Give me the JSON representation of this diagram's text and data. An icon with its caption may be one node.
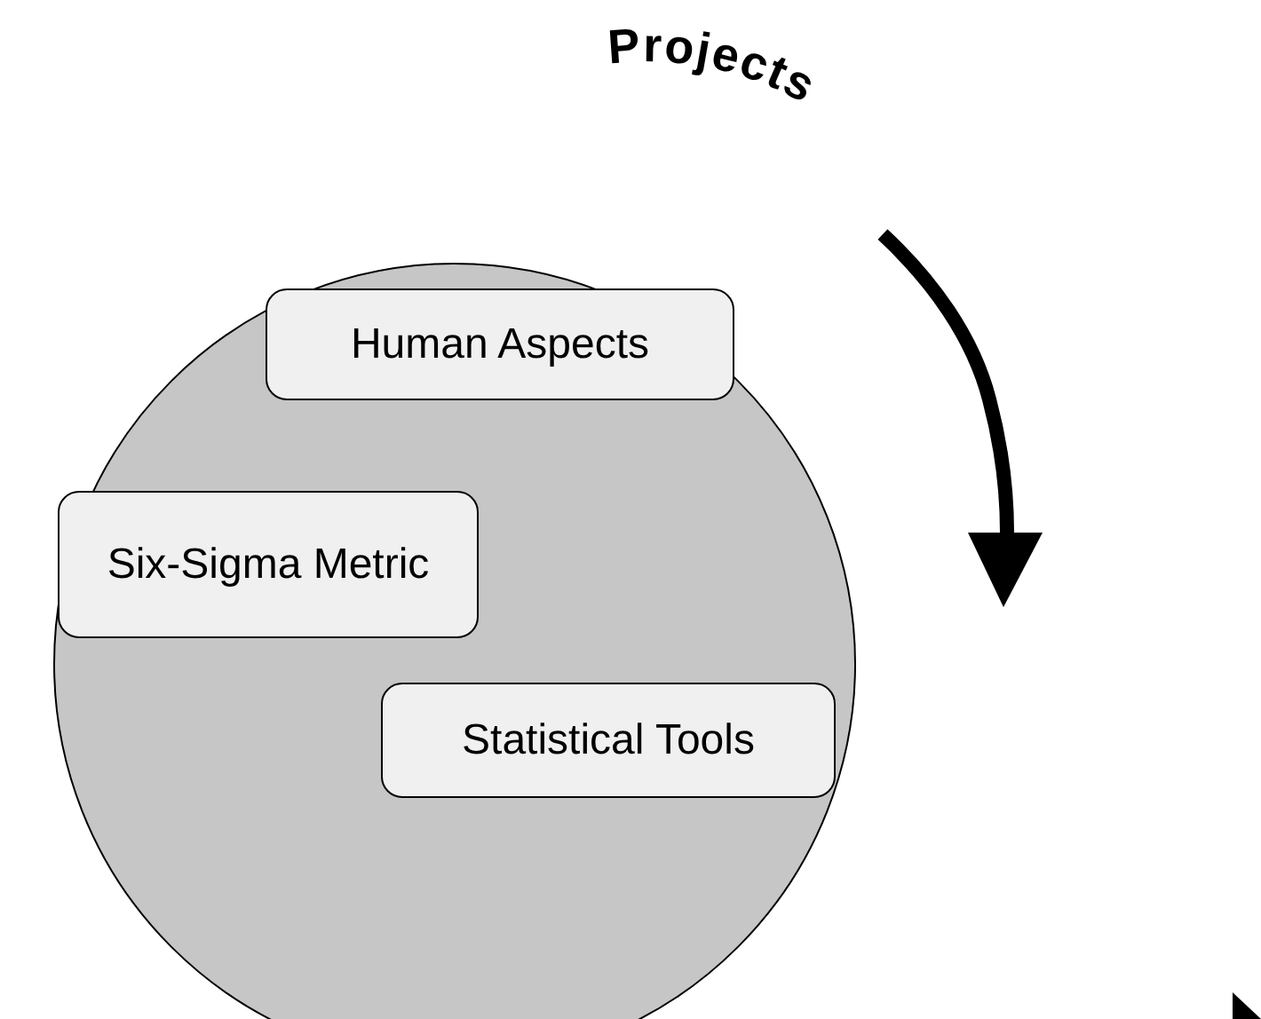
{
  "diagram": {
    "nodes": [
      {
        "text": [],
        "shape": "circle"
      },
      {
        "text": [
          "Human Aspects"
        ],
        "in": 0
      },
      {
        "text": [
          "Six-Sigma Metric"
        ],
        "in": 0
      },
      {
        "text": [
          "Statistical Tools"
        ],
        "in": 0
      }
    ],
    "labels": [
      "Projects"
    ]
  }
}
